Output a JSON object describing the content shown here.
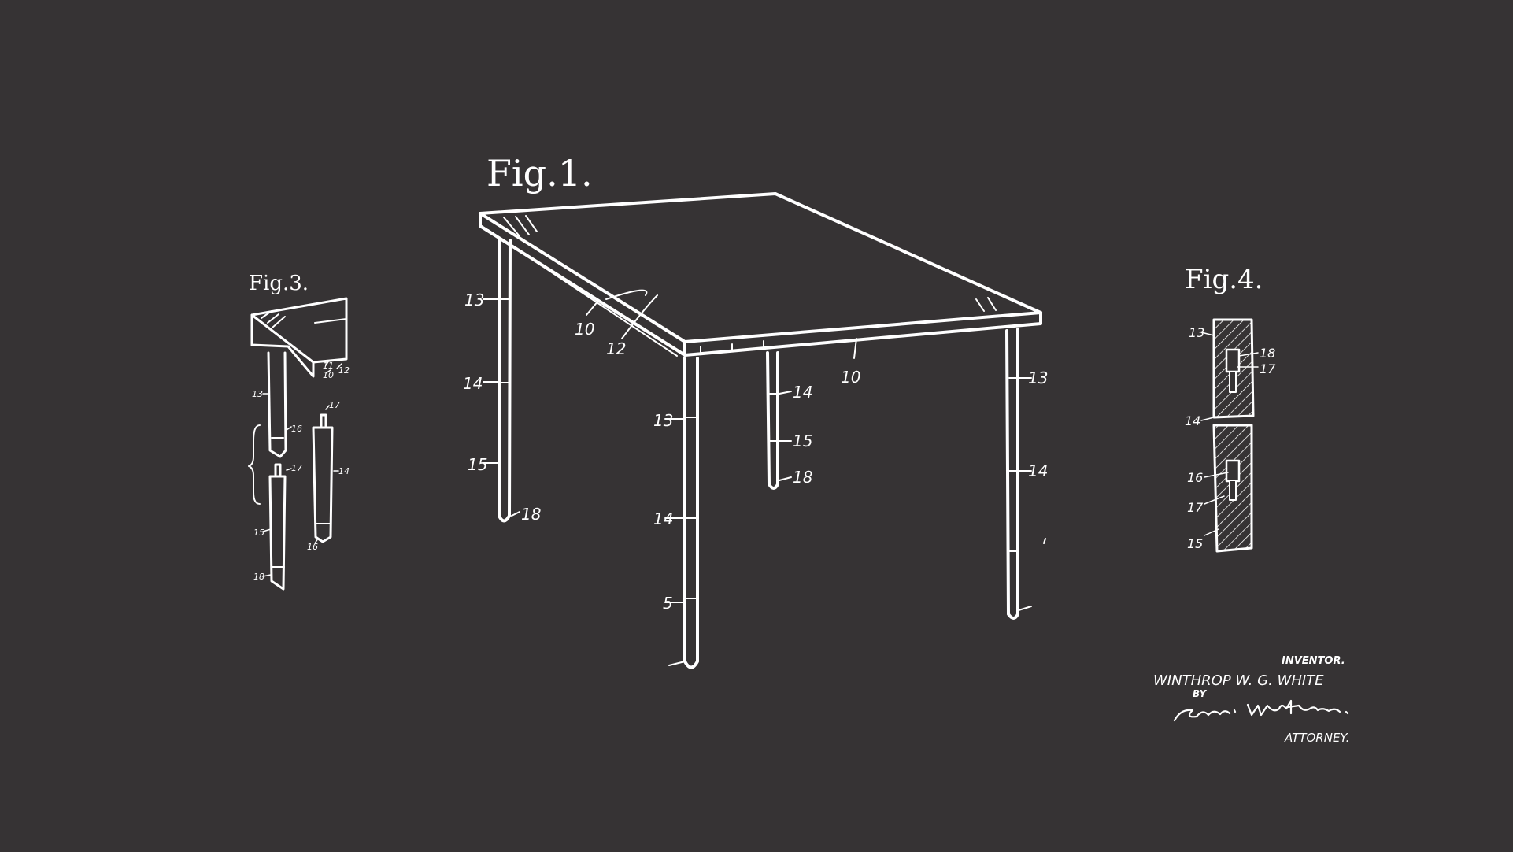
{
  "colors": {
    "background": "#363334",
    "ink": "#ffffff"
  },
  "figures": {
    "fig1": {
      "title": "Fig.1.",
      "labels": [
        "13",
        "10",
        "12",
        "14",
        "15",
        "18",
        "13",
        "14",
        "5",
        "14",
        "15",
        "18",
        "10",
        "13",
        "14"
      ]
    },
    "fig3": {
      "title": "Fig.3.",
      "labels": [
        "11",
        "10",
        "12",
        "13",
        "16",
        "17",
        "17",
        "14",
        "15",
        "16",
        "18"
      ]
    },
    "fig4": {
      "title": "Fig.4.",
      "labels": [
        "13",
        "18",
        "17",
        "14",
        "16",
        "17",
        "15"
      ]
    }
  },
  "signature": {
    "inventor_label": "INVENTOR.",
    "inventor_name": "WINTHROP W. G. WHITE",
    "by_label": "BY",
    "attorney_label": "ATTORNEY."
  }
}
